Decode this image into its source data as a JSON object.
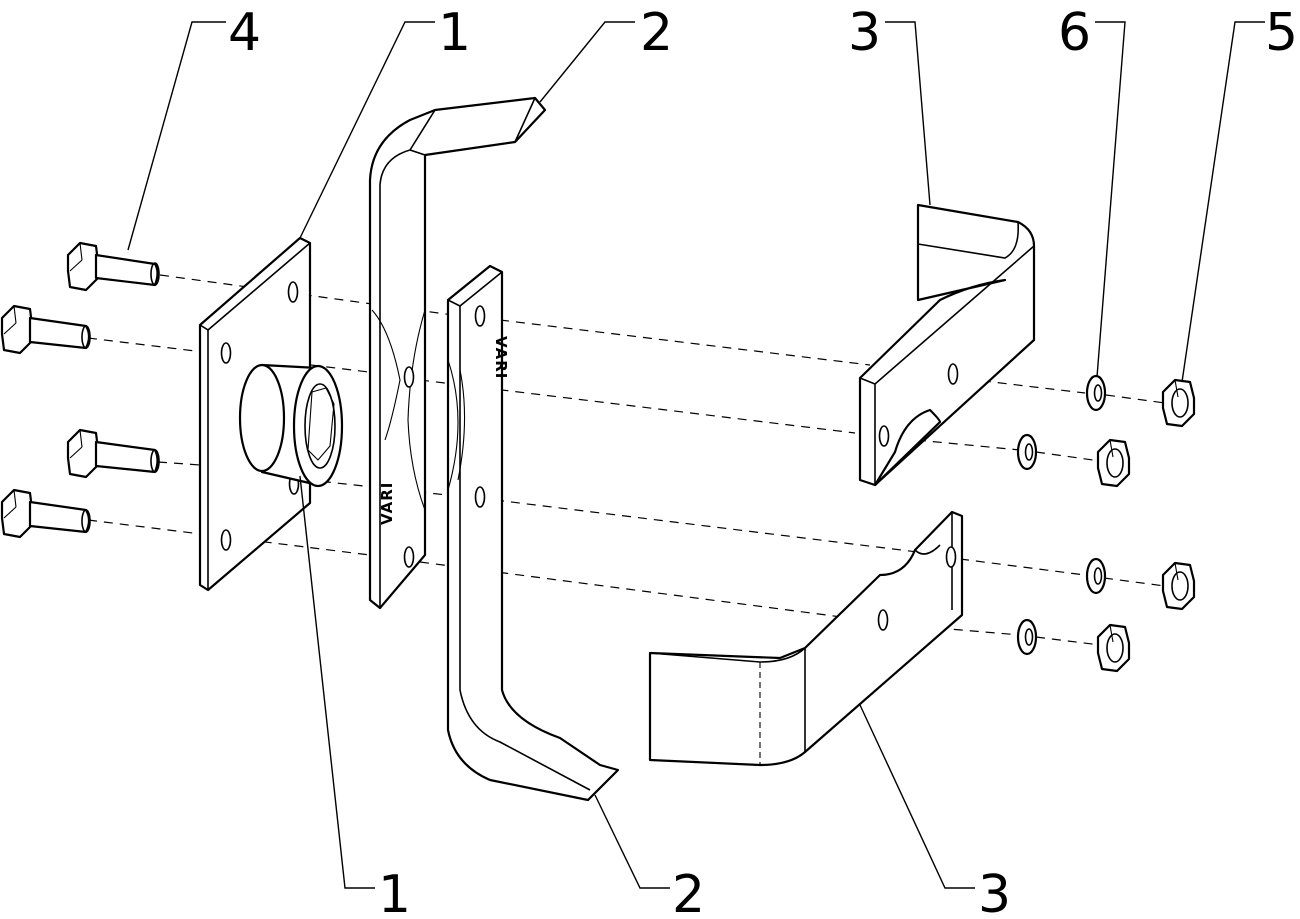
{
  "callouts": {
    "plate_top": "1",
    "plate_bottom": "1",
    "tine_top": "2",
    "tine_bottom": "2",
    "clamp_top": "3",
    "clamp_bottom": "3",
    "bolt": "4",
    "nut": "5",
    "washer": "6"
  },
  "brand_mark": "VARI"
}
